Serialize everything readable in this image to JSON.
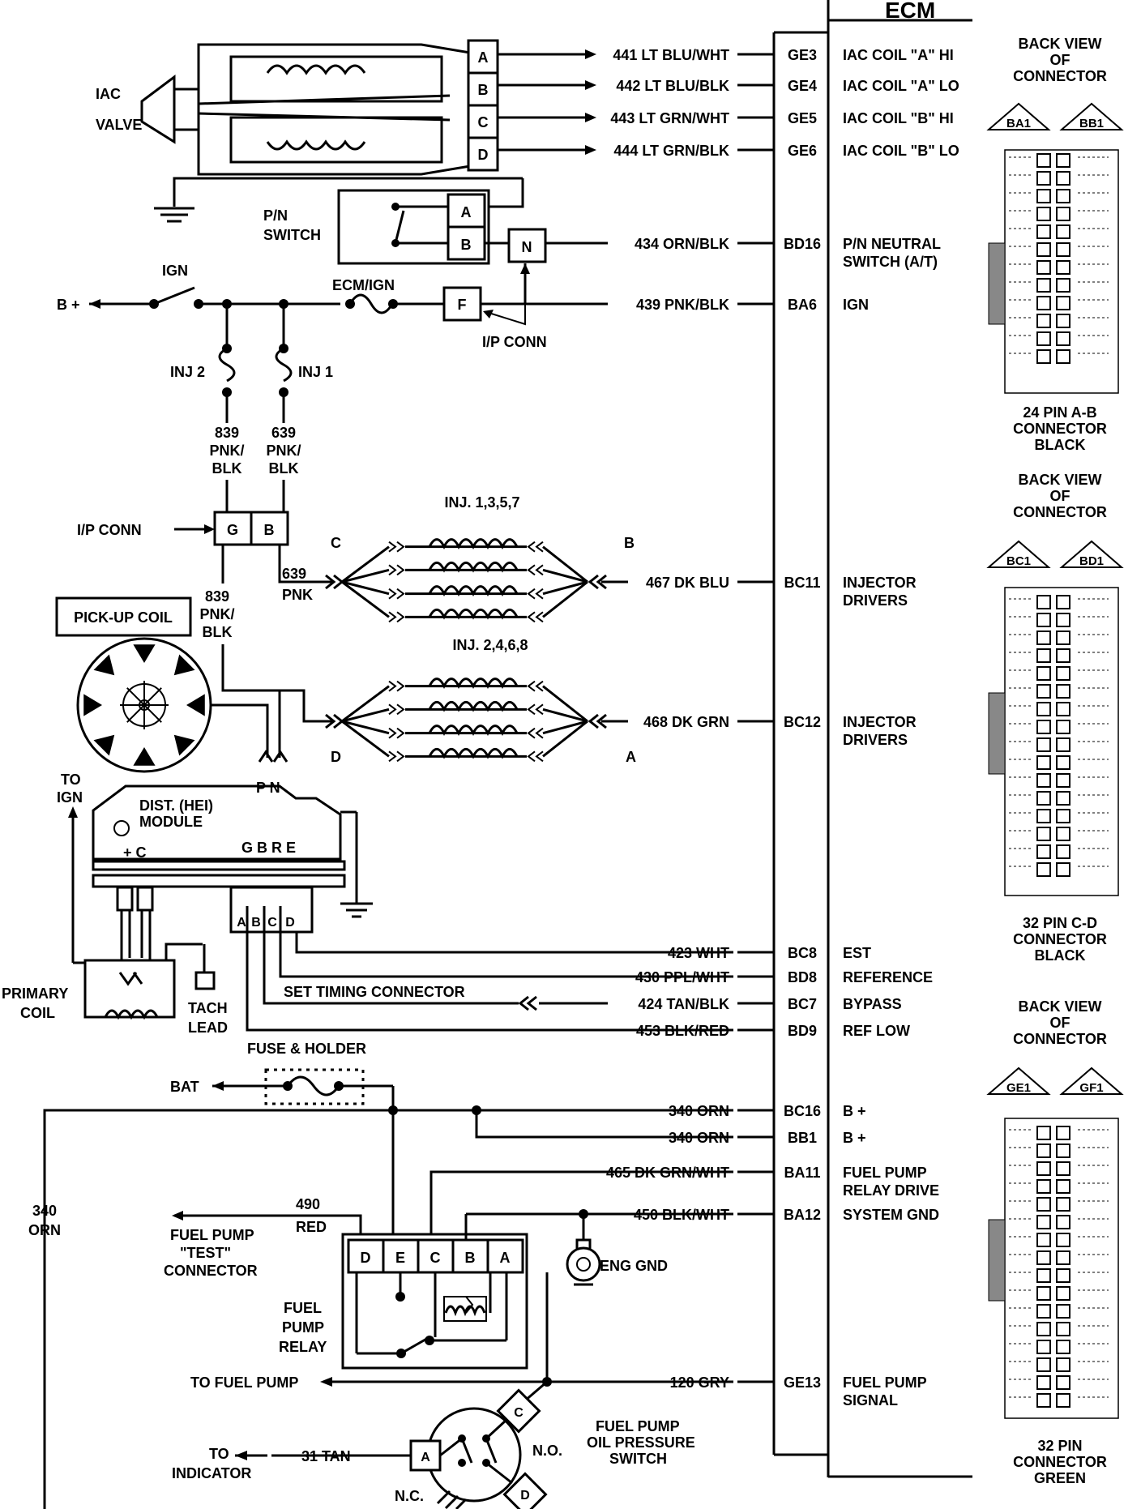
{
  "ecm": {
    "title": "ECM",
    "rows": [
      {
        "wire": "441 LT BLU/WHT",
        "pin": "GE3",
        "function": [
          "IAC COIL \"A\" HI"
        ]
      },
      {
        "wire": "442 LT BLU/BLK",
        "pin": "GE4",
        "function": [
          "IAC COIL \"A\" LO"
        ]
      },
      {
        "wire": "443 LT GRN/WHT",
        "pin": "GE5",
        "function": [
          "IAC COIL \"B\" HI"
        ]
      },
      {
        "wire": "444 LT GRN/BLK",
        "pin": "GE6",
        "function": [
          "IAC COIL \"B\" LO"
        ]
      },
      {
        "wire": "434 ORN/BLK",
        "pin": "BD16",
        "function": [
          "P/N NEUTRAL",
          "SWITCH (A/T)"
        ]
      },
      {
        "wire": "439 PNK/BLK",
        "pin": "BA6",
        "function": [
          "IGN"
        ]
      },
      {
        "wire": "467 DK BLU",
        "pin": "BC11",
        "function": [
          "INJECTOR",
          "DRIVERS"
        ]
      },
      {
        "wire": "468 DK GRN",
        "pin": "BC12",
        "function": [
          "INJECTOR",
          "DRIVERS"
        ]
      },
      {
        "wire": "423 WHT",
        "pin": "BC8",
        "function": [
          "EST"
        ]
      },
      {
        "wire": "430 PPL/WHT",
        "pin": "BD8",
        "function": [
          "REFERENCE"
        ]
      },
      {
        "wire": "424 TAN/BLK",
        "pin": "BC7",
        "function": [
          "BYPASS"
        ]
      },
      {
        "wire": "453 BLK/RED",
        "pin": "BD9",
        "function": [
          "REF LOW"
        ]
      },
      {
        "wire": "340 ORN",
        "pin": "BC16",
        "function": [
          "B +"
        ]
      },
      {
        "wire": "340 ORN",
        "pin": "BB1",
        "function": [
          "B +"
        ]
      },
      {
        "wire": "465 DK GRN/WHT",
        "pin": "BA11",
        "function": [
          "FUEL PUMP",
          "RELAY DRIVE"
        ]
      },
      {
        "wire": "450 BLK/WHT",
        "pin": "BA12",
        "function": [
          "SYSTEM GND"
        ]
      },
      {
        "wire": "120 GRY",
        "pin": "GE13",
        "function": [
          "FUEL PUMP",
          "SIGNAL"
        ]
      }
    ]
  },
  "connectors": [
    {
      "header": [
        "BACK VIEW",
        "OF",
        "CONNECTOR"
      ],
      "pins": [
        "BA1",
        "BB1"
      ],
      "caption": [
        "24 PIN  A-B",
        "CONNECTOR",
        "BLACK"
      ]
    },
    {
      "header": [
        "BACK VIEW",
        "OF",
        "CONNECTOR"
      ],
      "pins": [
        "BC1",
        "BD1"
      ],
      "caption": [
        "32  PIN C-D",
        "CONNECTOR",
        "BLACK"
      ]
    },
    {
      "header": [
        "BACK VIEW",
        "OF",
        "CONNECTOR"
      ],
      "pins": [
        "GE1",
        "GF1"
      ],
      "caption": [
        "32  PIN",
        "CONNECTOR",
        "GREEN"
      ]
    }
  ],
  "iac": {
    "label": [
      "IAC",
      "VALVE"
    ],
    "pins": [
      "A",
      "B",
      "C",
      "D"
    ]
  },
  "pn_switch": {
    "label": [
      "P/N",
      "SWITCH"
    ],
    "pins": [
      "A",
      "B"
    ],
    "conn_pin": "N"
  },
  "ignition": {
    "bplus": "B +",
    "ign": "IGN",
    "fuse": "ECM/IGN",
    "conn_pin": "F",
    "ip_conn": "I/P CONN",
    "inj2": "INJ 2",
    "inj1": "INJ 1",
    "w839": [
      "839",
      "PNK/",
      "BLK"
    ],
    "w639": [
      "639",
      "PNK/",
      "BLK"
    ],
    "ip_conn2": "I/P CONN",
    "pin_g": "G",
    "pin_b": "B",
    "w639_pnk": [
      "639",
      "PNK"
    ],
    "w839_b": [
      "839",
      "PNK/",
      "BLK"
    ]
  },
  "injectors": {
    "bank1": "INJ. 1,3,5,7",
    "bank2": "INJ. 2,4,6,8",
    "c": "C",
    "b": "B",
    "d": "D",
    "a": "A"
  },
  "hei": {
    "pickup": "PICK-UP COIL",
    "module": [
      "DIST. (HEI)",
      "MODULE"
    ],
    "pn": "P N",
    "plus_c": "+ C",
    "gbre": "G B R E",
    "pins": [
      "A",
      "B",
      "C",
      "D"
    ],
    "to_ign": [
      "TO",
      "IGN"
    ],
    "primary": [
      "PRIMARY",
      "COIL"
    ],
    "tach": [
      "TACH",
      "LEAD"
    ],
    "set_timing": "SET TIMING CONNECTOR"
  },
  "fuel": {
    "fuse_holder": "FUSE & HOLDER",
    "bat": "BAT",
    "w340": [
      "340",
      "ORN"
    ],
    "w490": [
      "490",
      "RED"
    ],
    "test_conn": [
      "FUEL PUMP",
      "\"TEST\"",
      "CONNECTOR"
    ],
    "relay_pins": [
      "D",
      "E",
      "C",
      "B",
      "A"
    ],
    "relay": [
      "FUEL",
      "PUMP",
      "RELAY"
    ],
    "eng_gnd": "ENG GND",
    "to_pump": "TO FUEL PUMP",
    "to_indicator": [
      "TO",
      "INDICATOR"
    ],
    "w31": "31 TAN",
    "sw_pins": [
      "A",
      "C",
      "D"
    ],
    "nc": "N.C.",
    "no": "N.O.",
    "oil_switch": [
      "FUEL PUMP",
      "OIL PRESSURE",
      "SWITCH"
    ]
  }
}
